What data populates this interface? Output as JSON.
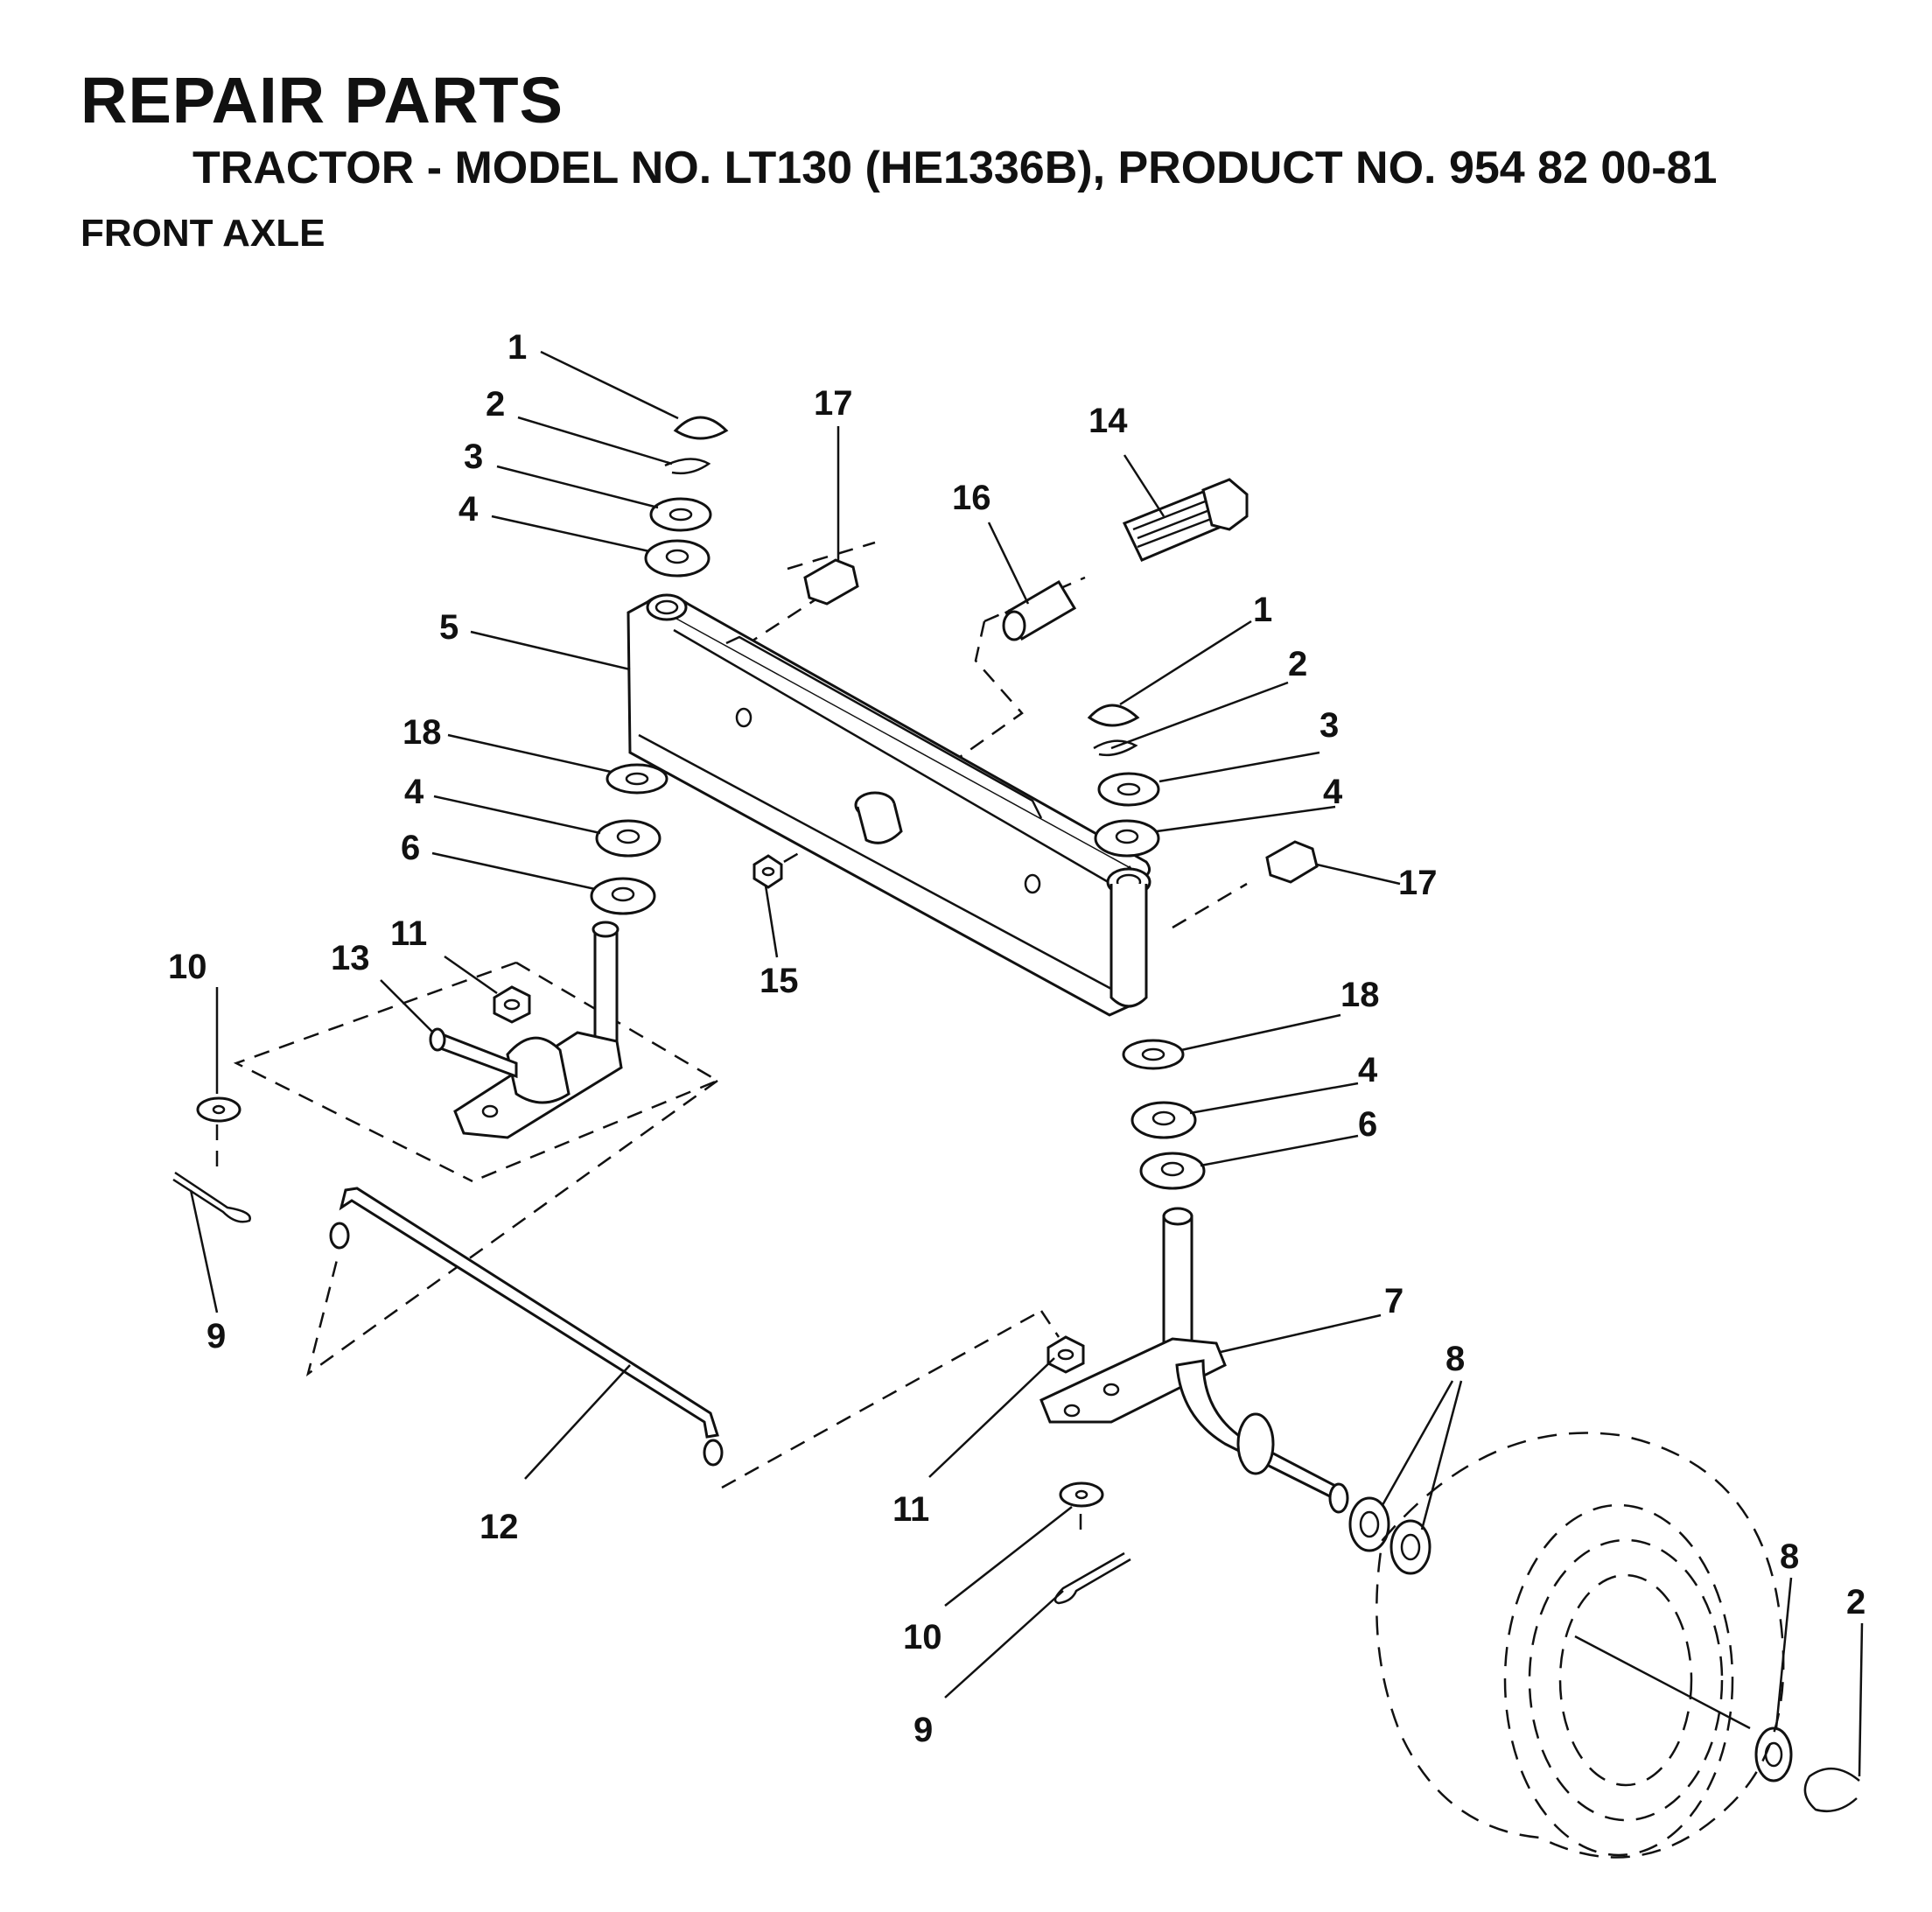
{
  "header": {
    "title": "REPAIR PARTS",
    "subtitle": "TRACTOR - MODEL NO. LT130 (HE1336B), PRODUCT NO. 954 82 00-81",
    "section": "FRONT AXLE"
  },
  "callouts": {
    "a": "1",
    "b": "2",
    "c": "3",
    "d": "4",
    "e": "5",
    "f": "18",
    "g": "4",
    "h": "6",
    "i": "17",
    "j": "16",
    "k": "14",
    "l": "1",
    "m": "2",
    "n": "3",
    "o": "4",
    "p": "17",
    "q": "15",
    "r": "18",
    "s": "4",
    "t": "6",
    "u": "7",
    "v": "8",
    "w": "8",
    "x": "2",
    "y": "10",
    "z": "13",
    "aa": "11",
    "ab": "9",
    "ac": "12",
    "ad": "11",
    "ae": "10",
    "af": "9"
  }
}
